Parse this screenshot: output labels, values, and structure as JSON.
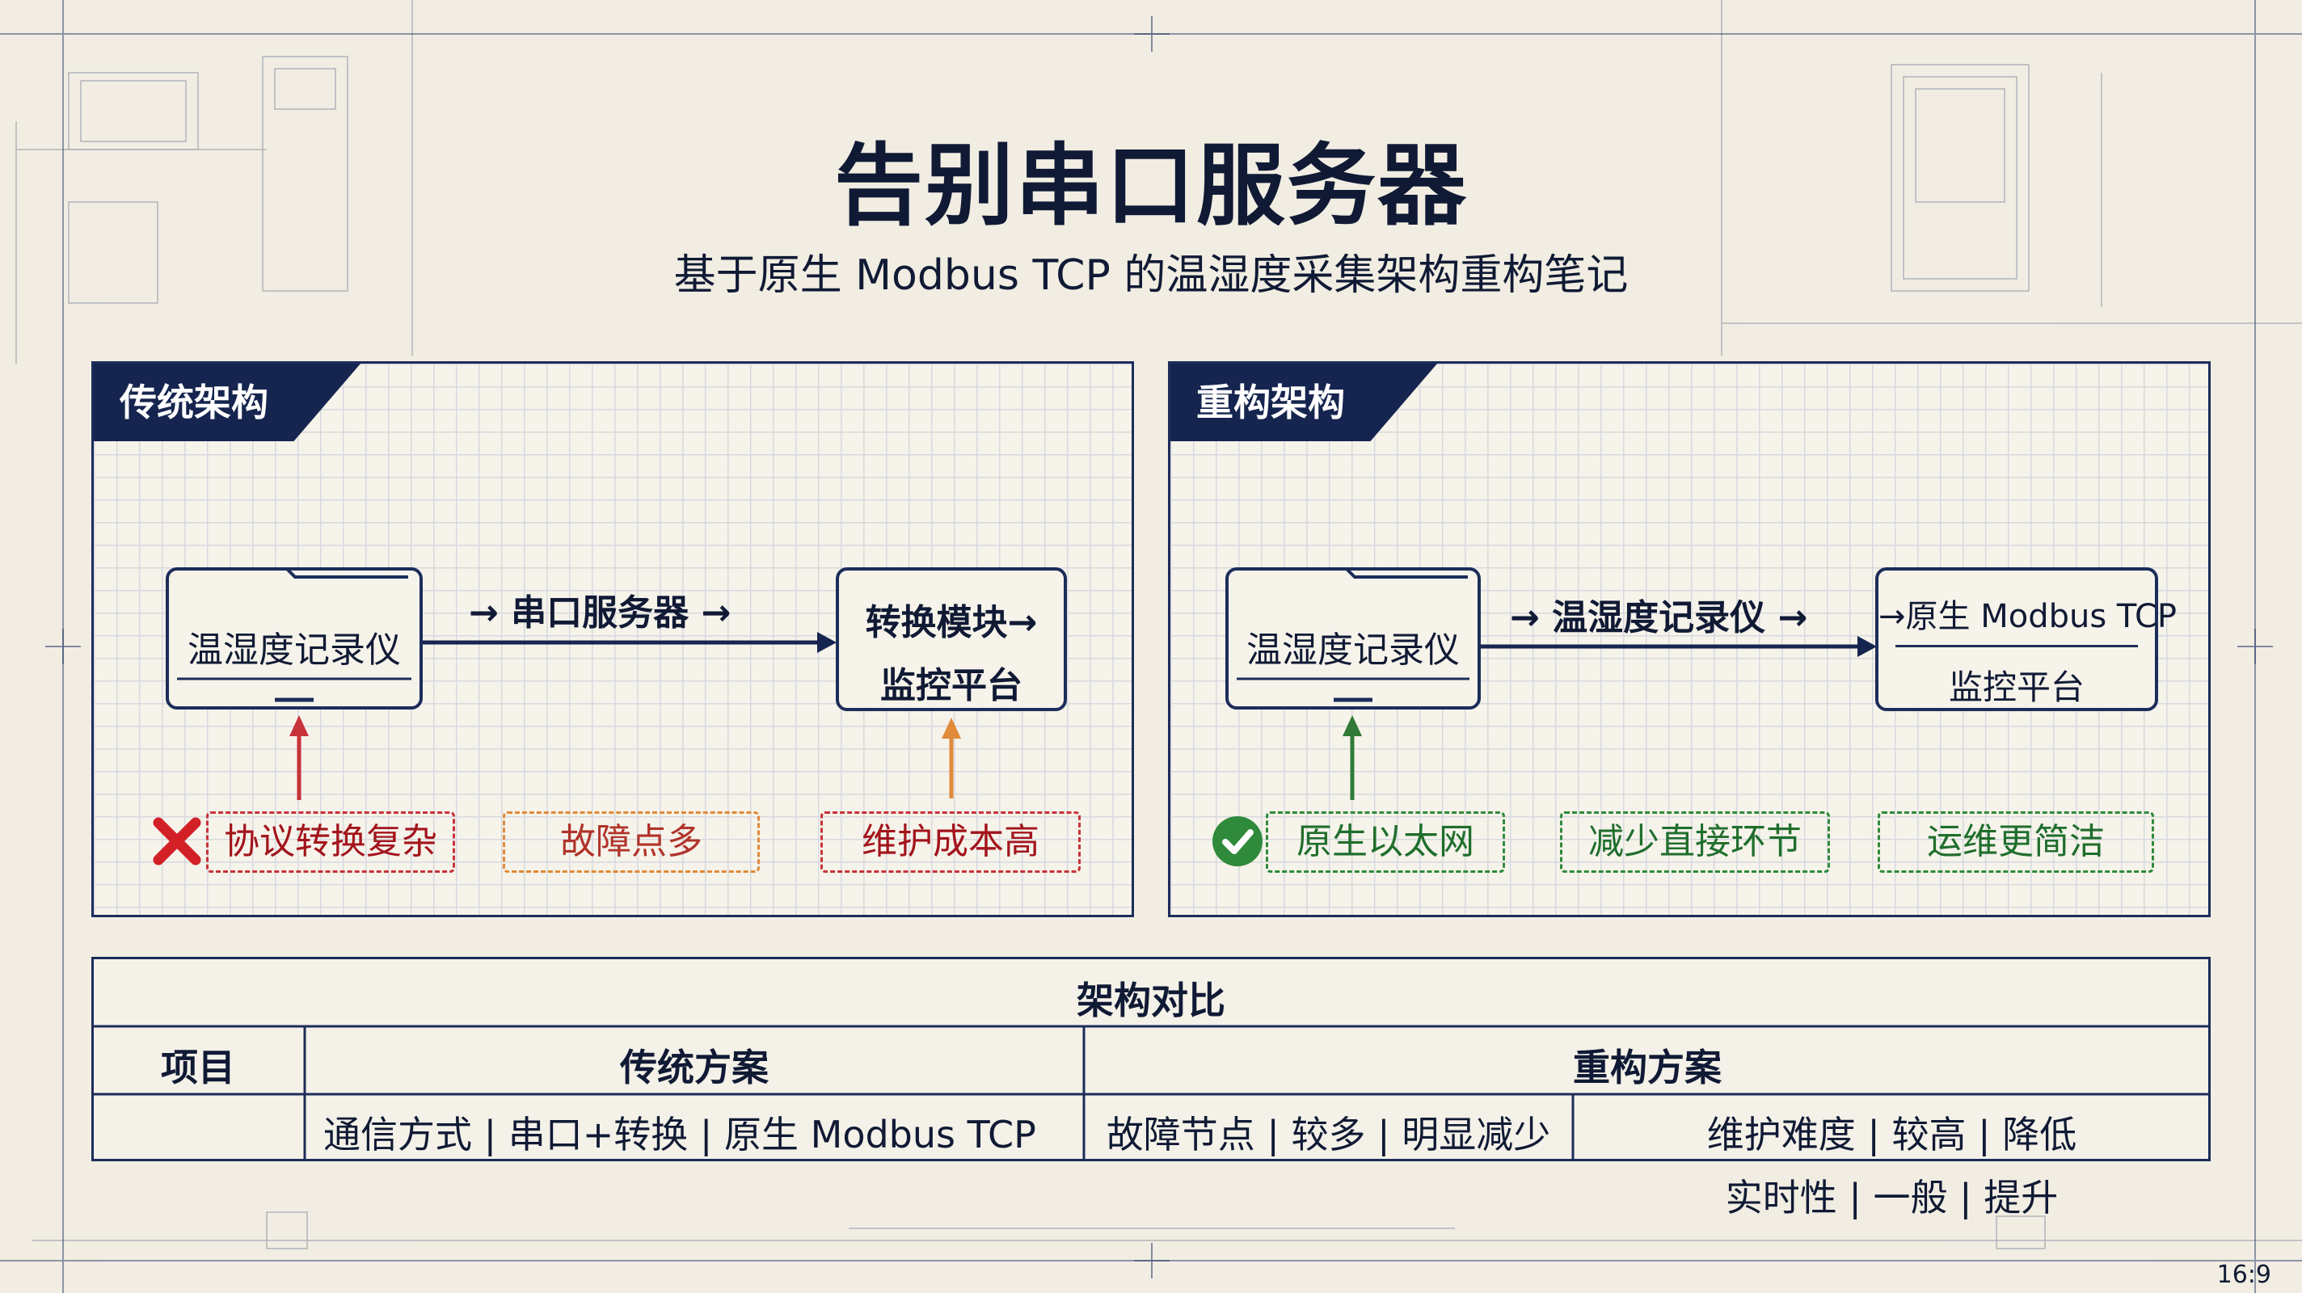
{
  "title": "告别串口服务器",
  "subtitle": "基于原生 Modbus TCP 的温湿度采集架构重构笔记",
  "aspect_label": "16:9",
  "colors": {
    "navy": "#16254f",
    "paper": "#f1ede2",
    "red": "#c8323a",
    "orange": "#e08a3a",
    "green": "#2f8a3c"
  },
  "left_panel": {
    "tag": "传统架构",
    "device": "温湿度记录仪",
    "flow_label": "→ 串口服务器 →",
    "target_line1": "转换模块→",
    "target_line2": "监控平台",
    "status_icon": "cross-icon",
    "issues": [
      "协议转换复杂",
      "故障点多",
      "维护成本高"
    ]
  },
  "right_panel": {
    "tag": "重构架构",
    "device": "温湿度记录仪",
    "flow_label": "→ 温湿度记录仪 →",
    "target_line1": "→原生 Modbus TCP",
    "target_line2": "监控平台",
    "status_icon": "check-icon",
    "benefits": [
      "原生以太网",
      "减少直接环节",
      "运维更简洁"
    ]
  },
  "comparison": {
    "title": "架构对比",
    "headers": [
      "项目",
      "传统方案",
      "重构方案"
    ],
    "row1": [
      "通信方式 | 串口+转换 | 原生 Modbus TCP",
      "故障节点 | 较多 | 明显减少",
      "维护难度 | 较高 | 降低"
    ],
    "overflow_row": "实时性 | 一般 | 提升"
  }
}
